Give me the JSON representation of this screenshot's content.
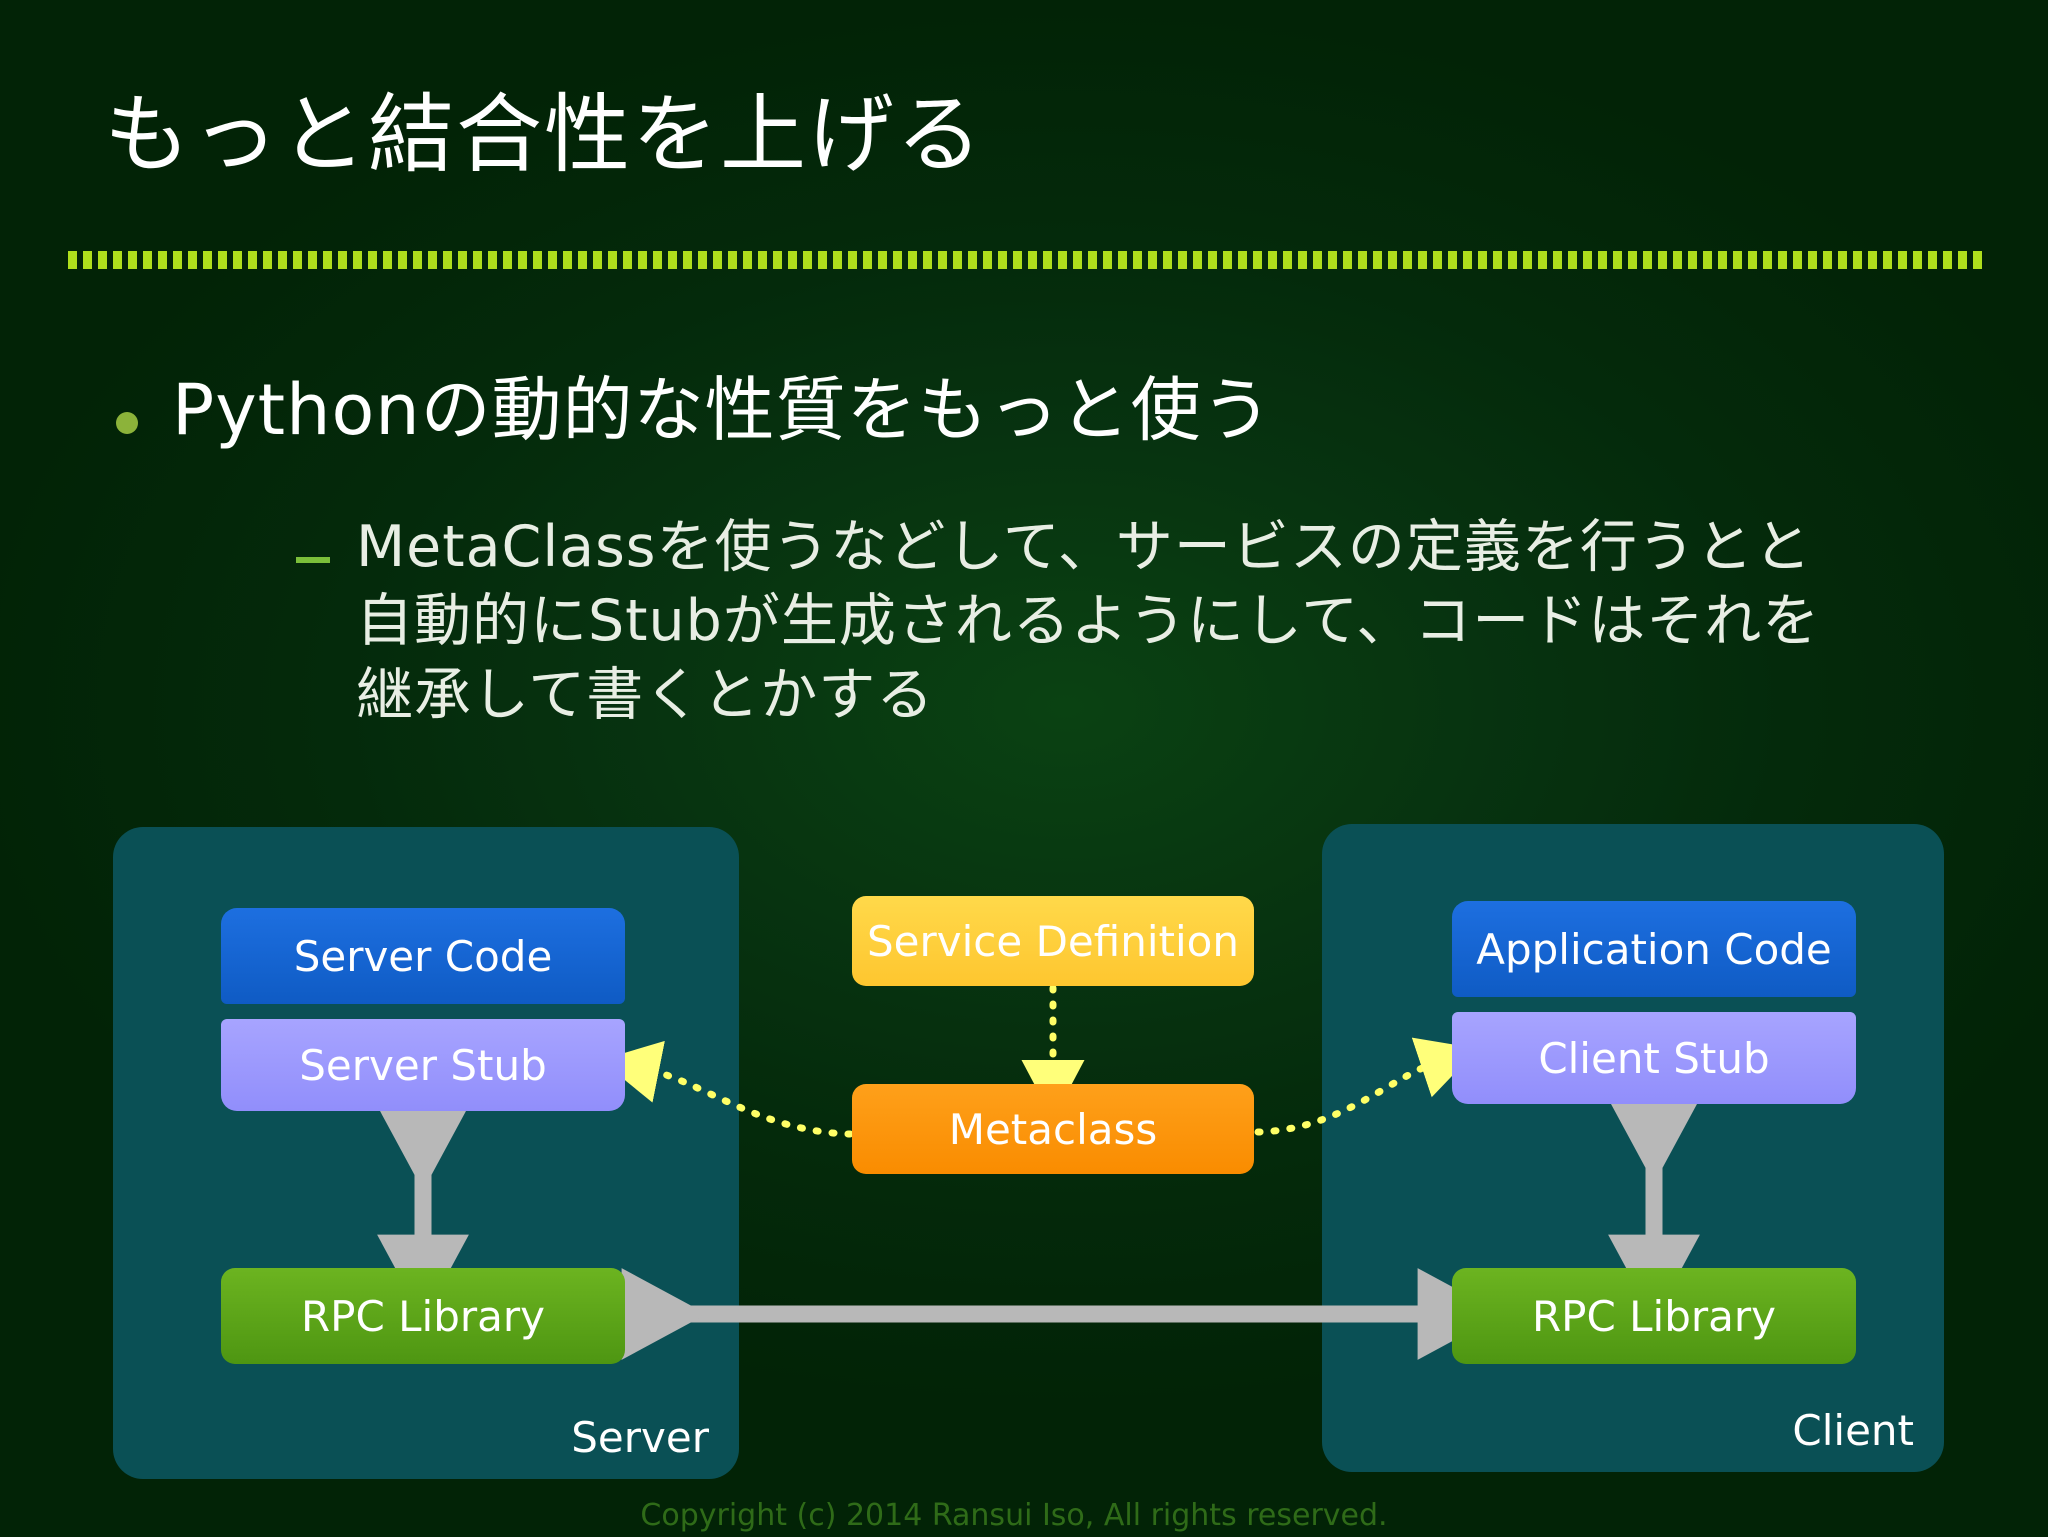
{
  "slide": {
    "title": "もっと結合性を上げる",
    "bullets": [
      {
        "marker": "dot",
        "text": "Pythonの動的な性質をもっと使う"
      }
    ],
    "sub_bullets": [
      {
        "marker": "dash",
        "lines": [
          "MetaClassを使うなどして、サービスの定義を行うとと",
          "自動的にStubが生成されるようにして、コードはそれを",
          "継承して書くとかする"
        ]
      }
    ],
    "footer": "Copyright (c) 2014 Ransui Iso, All rights reserved."
  },
  "diagram": {
    "server_panel": {
      "label": "Server",
      "boxes": [
        {
          "id": "server-code",
          "label": "Server Code",
          "color": "#1565d8"
        },
        {
          "id": "server-stub",
          "label": "Server Stub",
          "color": "#9b9bfa"
        },
        {
          "id": "server-rpc",
          "label": "RPC Library",
          "color": "#5ba318"
        }
      ]
    },
    "client_panel": {
      "label": "Client",
      "boxes": [
        {
          "id": "app-code",
          "label": "Application Code",
          "color": "#1565d8"
        },
        {
          "id": "client-stub",
          "label": "Client Stub",
          "color": "#9b9bfa"
        },
        {
          "id": "client-rpc",
          "label": "RPC Library",
          "color": "#5ba318"
        }
      ]
    },
    "center_boxes": [
      {
        "id": "service-def",
        "label": "Service Definition",
        "color": "#ffd13f"
      },
      {
        "id": "metaclass",
        "label": "Metaclass",
        "color": "#fc9306"
      }
    ],
    "connections": [
      {
        "from": "service-def",
        "to": "metaclass",
        "style": "dotted",
        "color": "#ffff66",
        "heads": "single"
      },
      {
        "from": "metaclass",
        "to": "server-stub",
        "style": "dotted",
        "color": "#ffff66",
        "heads": "single"
      },
      {
        "from": "metaclass",
        "to": "client-stub",
        "style": "dotted",
        "color": "#ffff66",
        "heads": "single"
      },
      {
        "from": "server-stub",
        "to": "server-rpc",
        "style": "solid",
        "color": "#b3b3b3",
        "heads": "double"
      },
      {
        "from": "client-stub",
        "to": "client-rpc",
        "style": "solid",
        "color": "#b3b3b3",
        "heads": "double"
      },
      {
        "from": "server-rpc",
        "to": "client-rpc",
        "style": "solid",
        "color": "#b3b3b3",
        "heads": "double"
      }
    ]
  },
  "theme": {
    "background": "#032808",
    "panel": "#0a5055",
    "accent_rule": "#aede1c",
    "title_color": "#ffffff",
    "footer_color": "#2f6b18"
  }
}
